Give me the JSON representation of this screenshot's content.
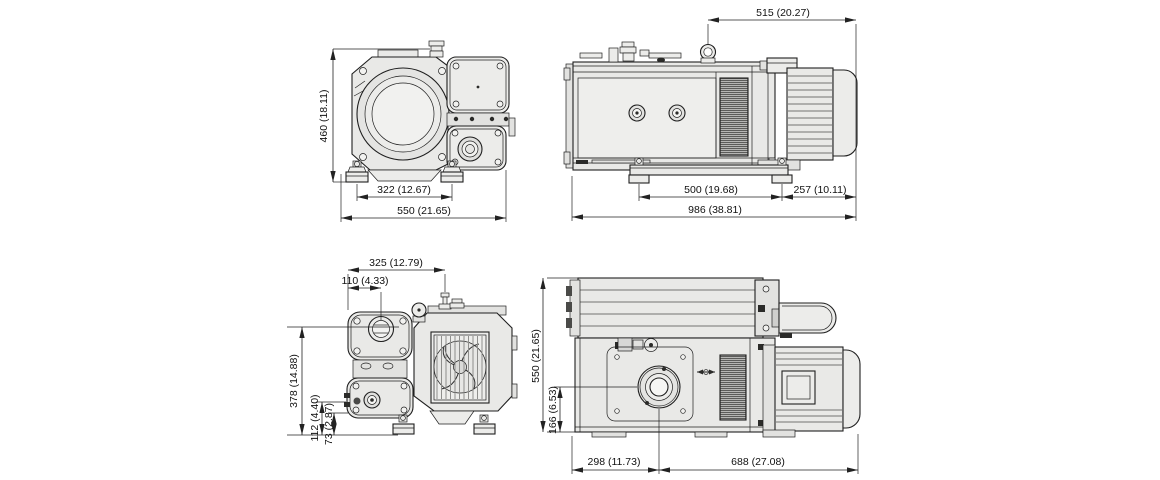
{
  "drawing": {
    "type": "dimensional-drawing",
    "units": "mm (inch)",
    "colors": {
      "ink": "#1f1f1f",
      "body_fill": "#e9e9e7",
      "panel_fill": "#ececea",
      "background": "#ffffff"
    },
    "views": {
      "front": {
        "dims": {
          "overall_height": "460 (18.11)",
          "foot_bolt_span": "322 (12.67)",
          "overall_width": "550 (21.65)"
        }
      },
      "side": {
        "dims": {
          "eyebolt_to_motor_end": "515 (20.27)",
          "foot_span": "500 (19.68)",
          "foot_to_motor_end": "257 (10.11)",
          "overall_length": "986 (38.81)"
        }
      },
      "rear": {
        "dims": {
          "tank_width": "325 (12.79)",
          "fill_port_offset": "110 (4.33)",
          "tank_height": "378 (14.88)",
          "sight_glass_height": "112 (4.40)",
          "drain_height": "73 (2.87)"
        }
      },
      "top": {
        "dims": {
          "overall_width": "550 (21.65)",
          "inlet_center_offset": "166 (6.53)",
          "inlet_from_left": "298 (11.73)",
          "inlet_to_motor_end": "688 (27.08)"
        }
      }
    }
  }
}
